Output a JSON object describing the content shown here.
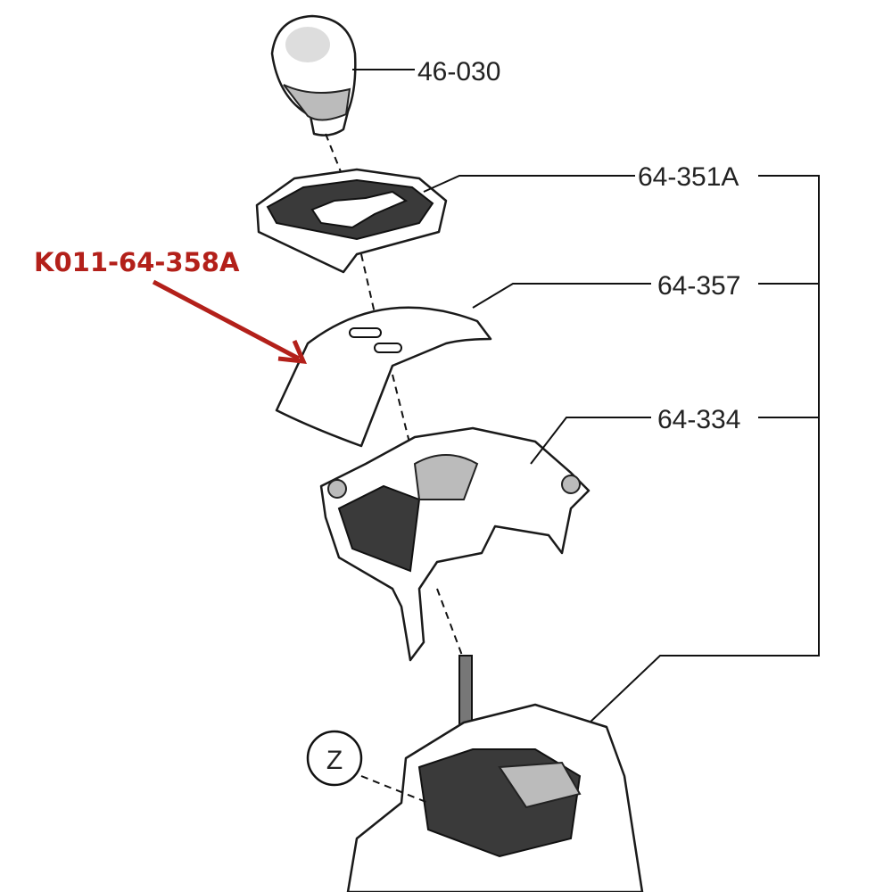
{
  "callouts": {
    "knob": "46-030",
    "bezel": "64-351A",
    "cover": "64-357",
    "panel": "64-334",
    "highlight": "K011-64-358A",
    "view_marker": "Z"
  },
  "colors": {
    "highlight": "#b3201a",
    "line": "#111111"
  }
}
